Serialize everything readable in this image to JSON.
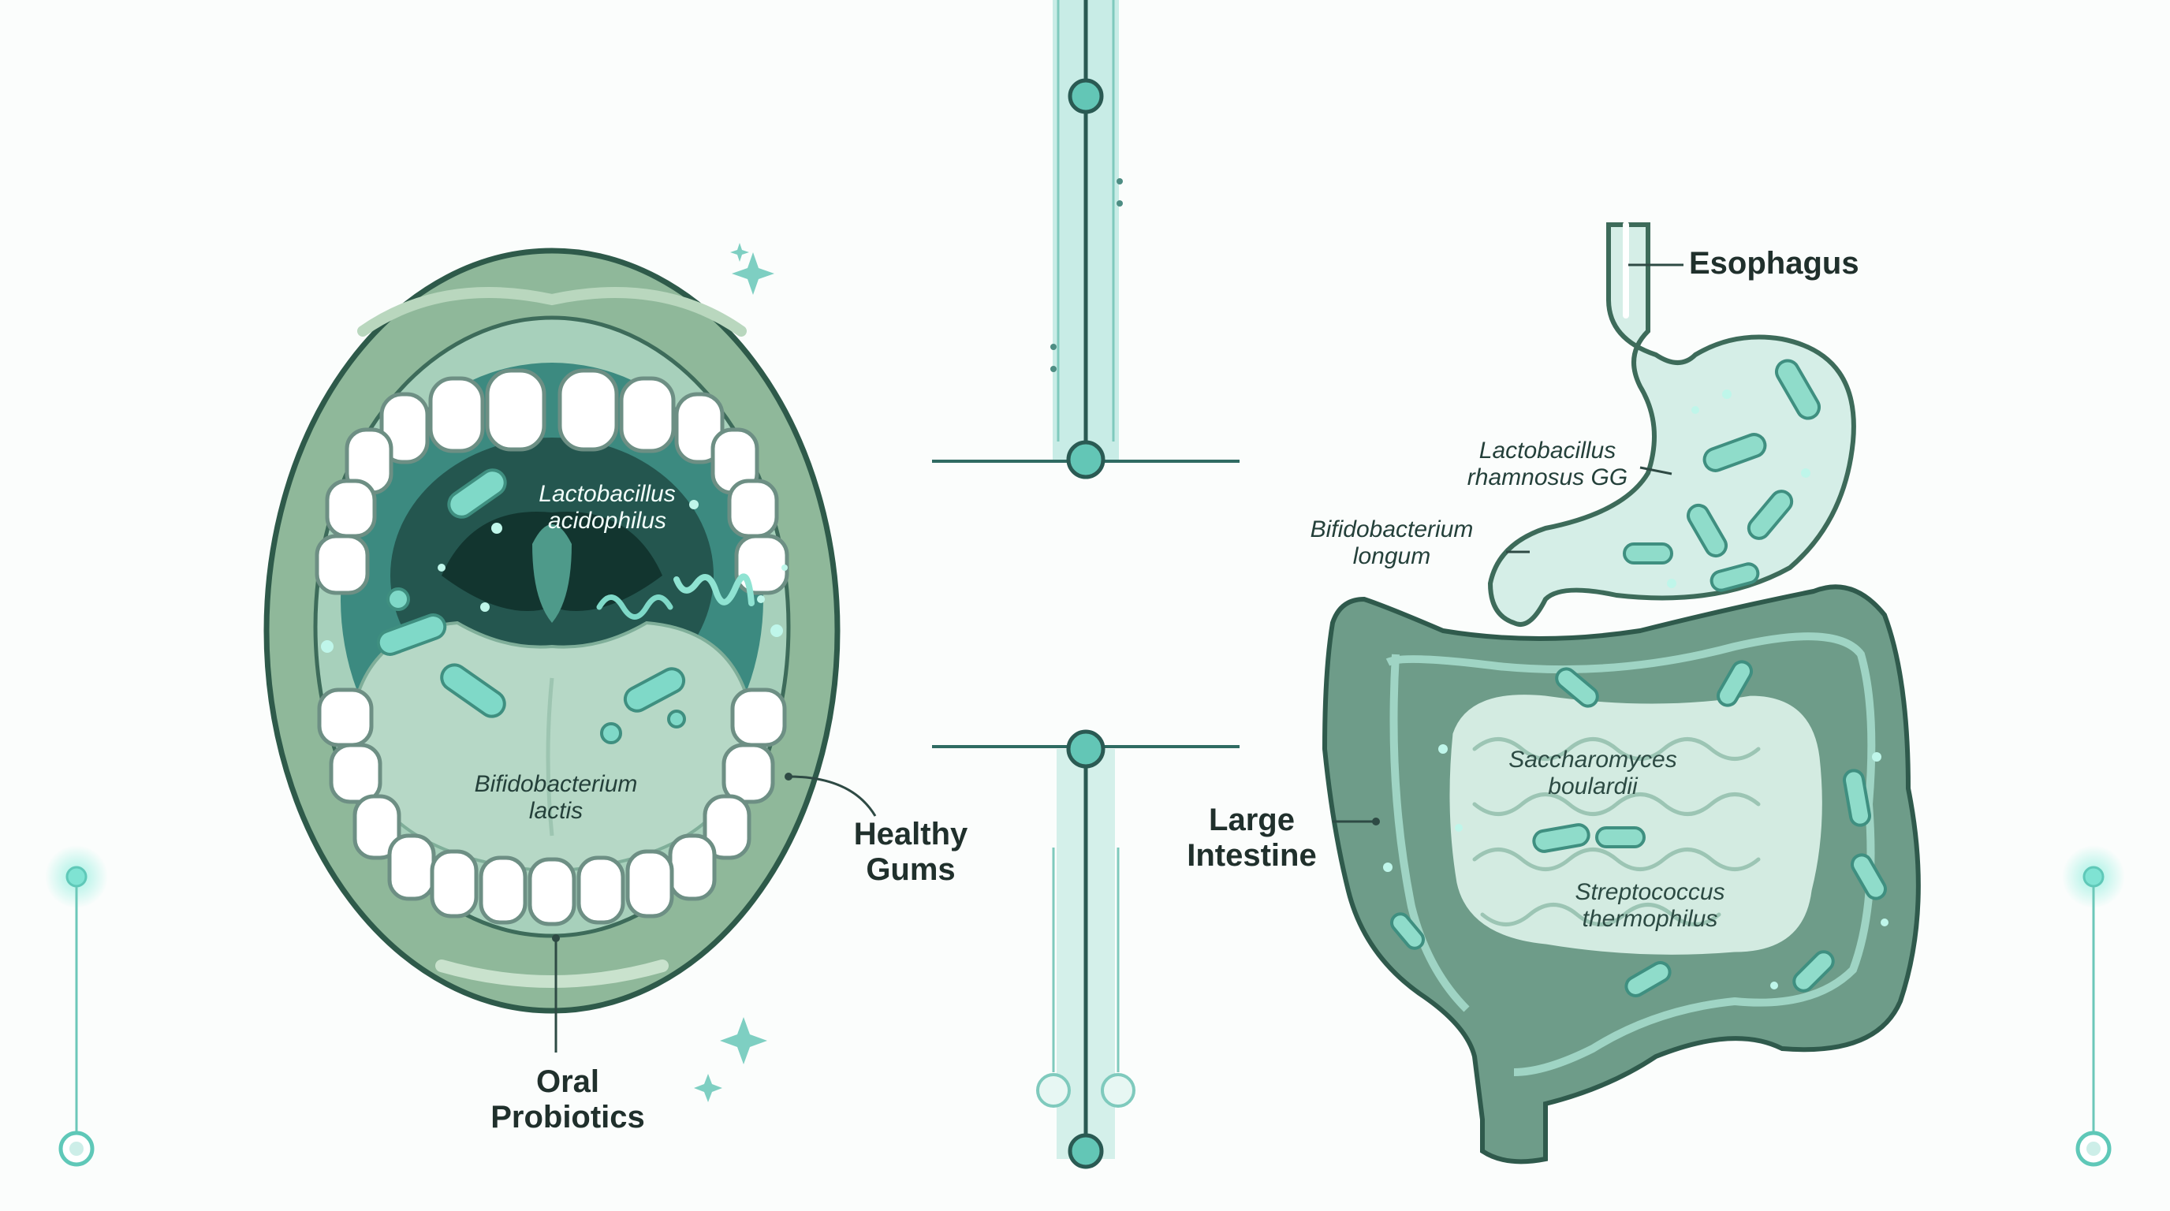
{
  "labels": {
    "mouth_bacteria_1": [
      "Lactobacillus",
      "acidophilus"
    ],
    "mouth_bacteria_2": [
      "Bifidobacterium",
      "lactis"
    ],
    "healthy_gums": [
      "Healthy",
      "Gums"
    ],
    "oral_probiotics": [
      "Oral",
      "Probiotics"
    ],
    "esophagus": "Esophagus",
    "stomach_bacteria": [
      "Lactobacillus",
      "rhamnosus GG"
    ],
    "duodenum_bacteria": [
      "Bifidobacterium",
      "longum"
    ],
    "large_intestine": [
      "Large",
      "Intestine"
    ],
    "gut_bacteria_1": [
      "Saccharomyces",
      "boulardii"
    ],
    "gut_bacteria_2": [
      "Streptococcus",
      "thermophilus"
    ]
  },
  "colors": {
    "accent": "#5fc8b8",
    "line_dark": "#2f6b62",
    "lip_green": "#8fb89a",
    "gut_green": "#6e9c89",
    "stomach_fill": "#d5eee7"
  }
}
